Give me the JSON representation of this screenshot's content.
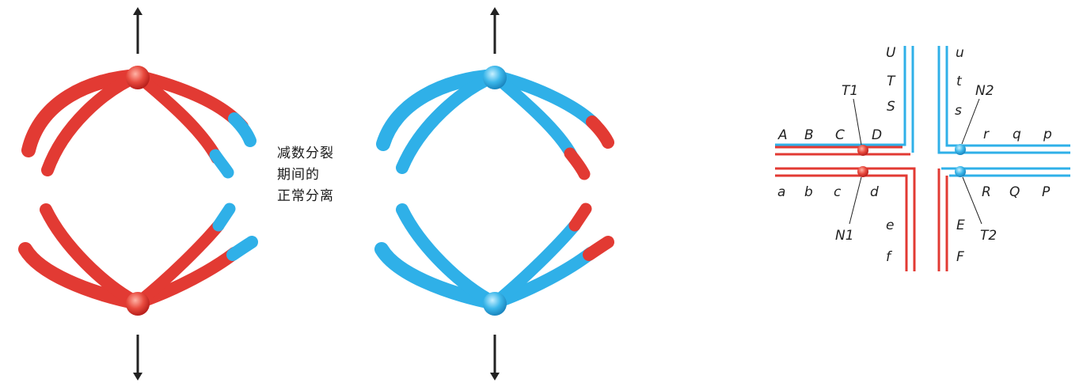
{
  "caption": {
    "line1": "减数分裂",
    "line2": "期间的",
    "line3": "正常分离"
  },
  "colors": {
    "red": "#e63b36",
    "red_dark": "#c8221f",
    "blue": "#2fb0e8",
    "blue_dark": "#1c8fc9",
    "arrow": "#222222",
    "text": "#222222"
  },
  "cross_labels": {
    "top_left_vertical": [
      "U",
      "T",
      "S"
    ],
    "top_right_vertical": [
      "u",
      "t",
      "s"
    ],
    "top_left_horizontal": [
      "A",
      "B",
      "C",
      "D"
    ],
    "top_right_horizontal": [
      "r",
      "q",
      "p"
    ],
    "bottom_left_horizontal": [
      "a",
      "b",
      "c",
      "d"
    ],
    "bottom_right_horizontal": [
      "R",
      "Q",
      "P"
    ],
    "bottom_left_vertical": [
      "e",
      "f"
    ],
    "bottom_right_vertical": [
      "E",
      "F"
    ],
    "centromeres": {
      "t1": "T1",
      "n1": "N1",
      "n2": "N2",
      "t2": "T2"
    }
  }
}
